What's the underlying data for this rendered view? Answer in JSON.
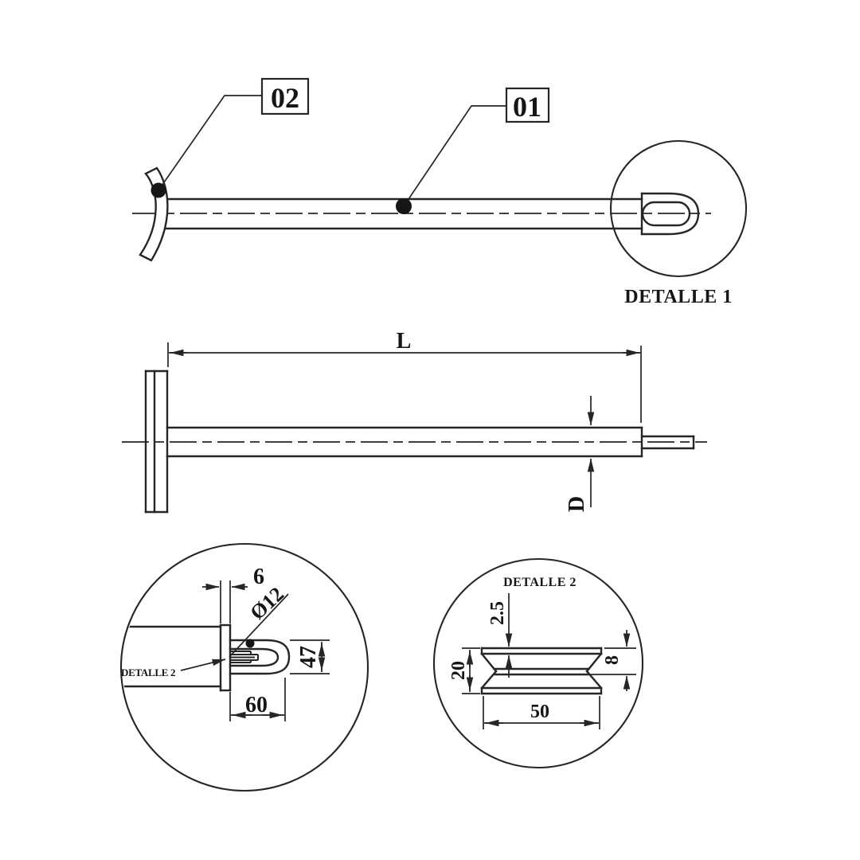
{
  "colors": {
    "line": "#262626",
    "text": "#161616",
    "background": "#ffffff"
  },
  "assembly_view": {
    "callout_02": "02",
    "callout_01": "01",
    "detail_caption": "DETALLE 1"
  },
  "dimension_view": {
    "length_label": "L",
    "diameter_label": "D"
  },
  "detail_1_view": {
    "flange_thickness": "6",
    "rod_diameter": "Ø12",
    "eye_height": "47",
    "eye_length": "60",
    "detail_2_label": "DETALLE 2"
  },
  "detail_2_view": {
    "title": "DETALLE 2",
    "rim_thickness": "2.5",
    "overall_height": "20",
    "groove_height": "8",
    "overall_width": "50"
  }
}
